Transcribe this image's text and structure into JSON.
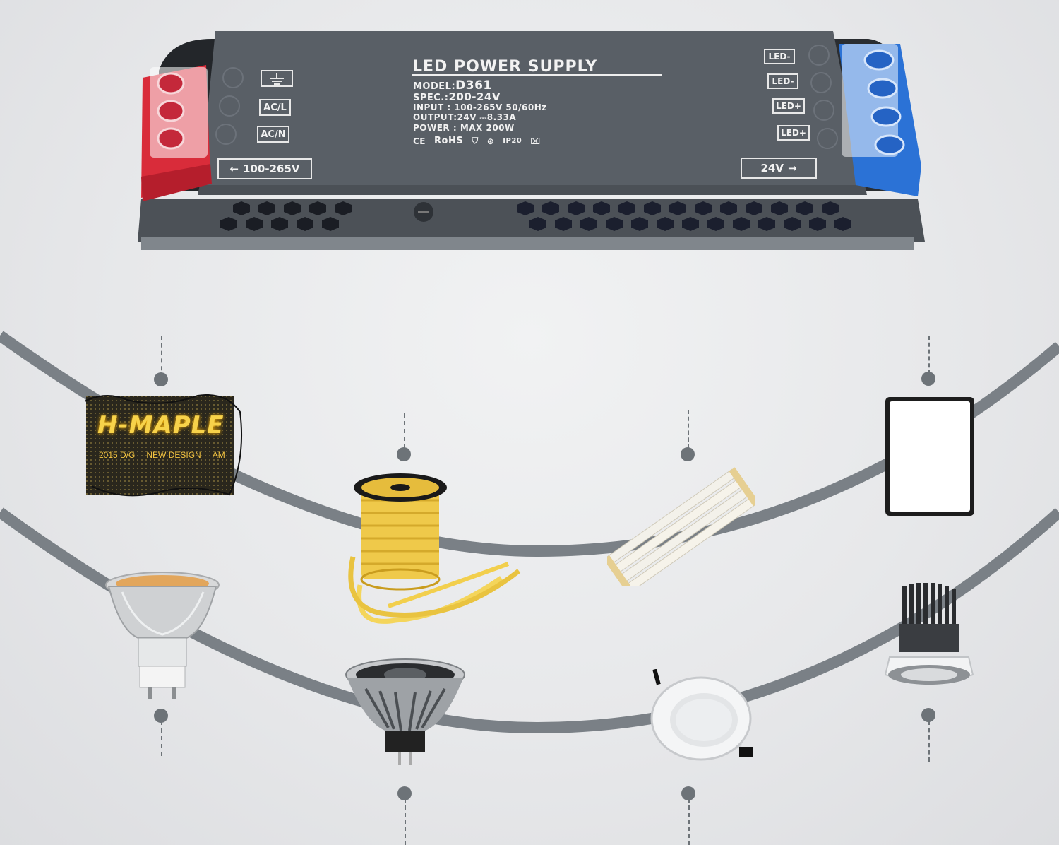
{
  "power_supply": {
    "title": "LED POWER SUPPLY",
    "model_label": "MODEL:",
    "model_value": "D361",
    "spec_label": "SPEC.:",
    "spec_value": "200-24V",
    "input": "INPUT : 100-265V 50/60Hz",
    "output": "OUTPUT:24V ⎓8.33A",
    "power": "POWER : MAX 200W",
    "cert_ce": "CE",
    "cert_rohs": "RoHS",
    "cert_ip": "IP20",
    "input_terminals": [
      "AC/L",
      "AC/N"
    ],
    "output_terminals": [
      "LED-",
      "LED-",
      "LED+",
      "LED+"
    ],
    "input_voltage": "100-265V",
    "output_voltage": "24V",
    "colors": {
      "body": "#555b62",
      "input_block": "#d92c3a",
      "output_block": "#2b72d6"
    }
  },
  "sign": {
    "title": "H-MAPLE",
    "line1": "2015 D/G",
    "line2": "NEW DESIGN",
    "line3": "AM"
  },
  "products": [
    "led-neon-sign",
    "led-rope-light-reel",
    "led-light-bars",
    "led-panel",
    "gu10-bulb",
    "mr16-spotlight",
    "recessed-downlight",
    "cob-spotlight"
  ],
  "colors": {
    "background": "#e8e9eb",
    "curve": "#7a8086",
    "dot": "#6d7378"
  }
}
